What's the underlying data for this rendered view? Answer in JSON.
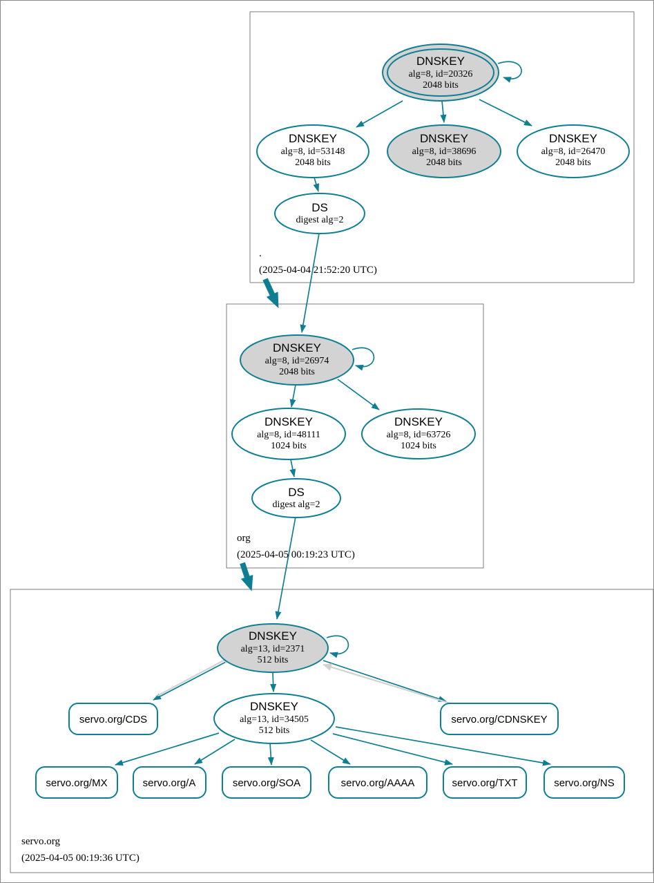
{
  "colors": {
    "secure_teal": "#0e7f93",
    "key_fill_gray": "#d3d3d3",
    "gray_arrow": "#d2d2d2",
    "zone_border_gray": "#7b7b7b"
  },
  "zones": {
    "root": {
      "label": ".",
      "timestamp": "(2025-04-04 21:52:20 UTC)",
      "ksk": {
        "title": "DNSKEY",
        "detail": "alg=8, id=20326",
        "bits": "2048 bits"
      },
      "zsk1": {
        "title": "DNSKEY",
        "detail": "alg=8, id=53148",
        "bits": "2048 bits"
      },
      "zsk2": {
        "title": "DNSKEY",
        "detail": "alg=8, id=38696",
        "bits": "2048 bits"
      },
      "zsk3": {
        "title": "DNSKEY",
        "detail": "alg=8, id=26470",
        "bits": "2048 bits"
      },
      "ds": {
        "title": "DS",
        "detail": "digest alg=2"
      }
    },
    "org": {
      "label": "org",
      "timestamp": "(2025-04-05 00:19:23 UTC)",
      "ksk": {
        "title": "DNSKEY",
        "detail": "alg=8, id=26974",
        "bits": "2048 bits"
      },
      "zsk1": {
        "title": "DNSKEY",
        "detail": "alg=8, id=48111",
        "bits": "1024 bits"
      },
      "zsk2": {
        "title": "DNSKEY",
        "detail": "alg=8, id=63726",
        "bits": "1024 bits"
      },
      "ds": {
        "title": "DS",
        "detail": "digest alg=2"
      }
    },
    "servo": {
      "label": "servo.org",
      "timestamp": "(2025-04-05 00:19:36 UTC)",
      "ksk": {
        "title": "DNSKEY",
        "detail": "alg=13, id=2371",
        "bits": "512 bits"
      },
      "zsk": {
        "title": "DNSKEY",
        "detail": "alg=13, id=34505",
        "bits": "512 bits"
      },
      "cds": {
        "label": "servo.org/CDS"
      },
      "cdnskey": {
        "label": "servo.org/CDNSKEY"
      },
      "records": [
        {
          "label": "servo.org/MX"
        },
        {
          "label": "servo.org/A"
        },
        {
          "label": "servo.org/SOA"
        },
        {
          "label": "servo.org/AAAA"
        },
        {
          "label": "servo.org/TXT"
        },
        {
          "label": "servo.org/NS"
        }
      ]
    }
  }
}
